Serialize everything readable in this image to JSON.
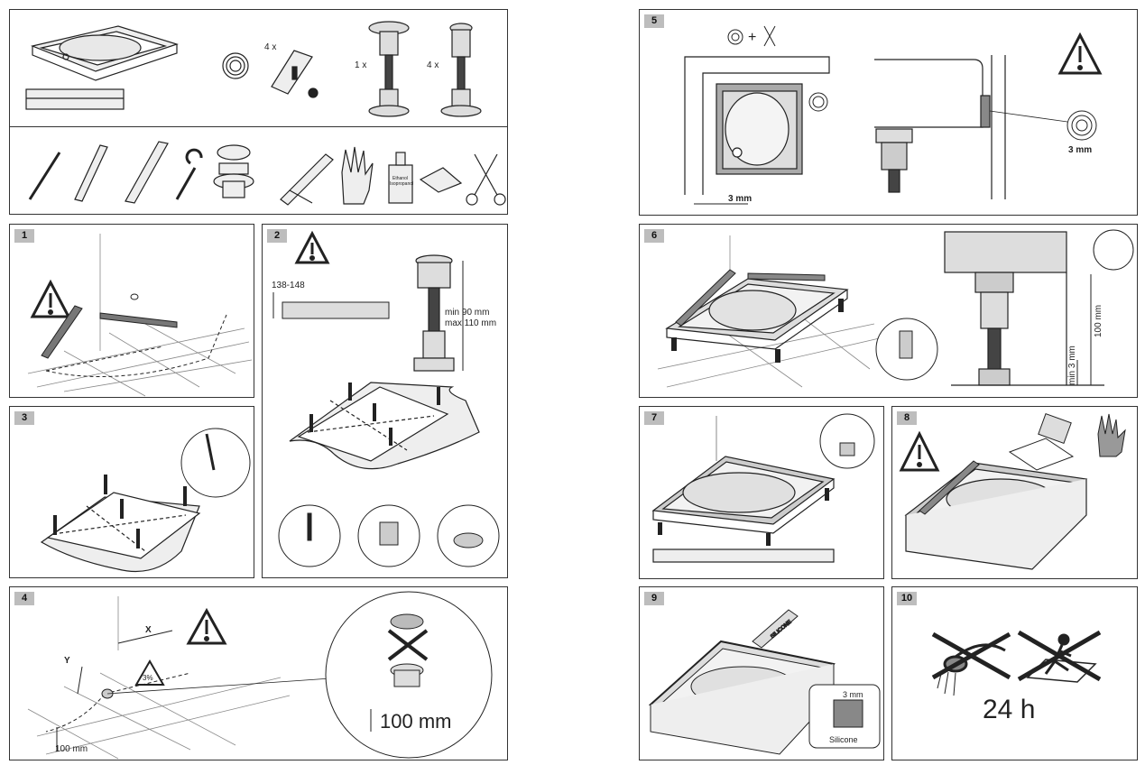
{
  "top": {
    "count_tape": "4 x",
    "count_foot_single": "1 x",
    "count_foot_multi": "4 x",
    "tools": [
      "pencil-icon",
      "folding-rule-icon",
      "spirit-level-icon",
      "wrench-icon",
      "drain-icon",
      "silicone-gun-icon",
      "gloves-icon",
      "ethanol-bottle-icon",
      "cloth-icon",
      "scissors-icon"
    ],
    "ethanol_text_1": "Ethanol",
    "ethanol_text_2": "Isopropanol"
  },
  "steps": {
    "s1": {
      "num": "1"
    },
    "s2": {
      "num": "2",
      "height_label": "138-148",
      "min_label": "min 90 mm",
      "max_label": "max 110 mm"
    },
    "s3": {
      "num": "3"
    },
    "s4": {
      "num": "4",
      "x_label": "X",
      "y_label": "Y",
      "slope_label": "3%",
      "floor_label": "100 mm",
      "drain_label": "100 mm"
    },
    "s5": {
      "num": "5",
      "gap_label_1": "3 mm",
      "gap_label_2": "3 mm",
      "plus": "+"
    },
    "s6": {
      "num": "6",
      "height_label": "100 mm",
      "min_label": "min 3 mm"
    },
    "s7": {
      "num": "7"
    },
    "s8": {
      "num": "8"
    },
    "s9": {
      "num": "9",
      "gap_label": "3 mm",
      "silicone_label": "Silicone",
      "tube_label": "SILICONE"
    },
    "s10": {
      "num": "10",
      "time_label": "24 h"
    }
  }
}
